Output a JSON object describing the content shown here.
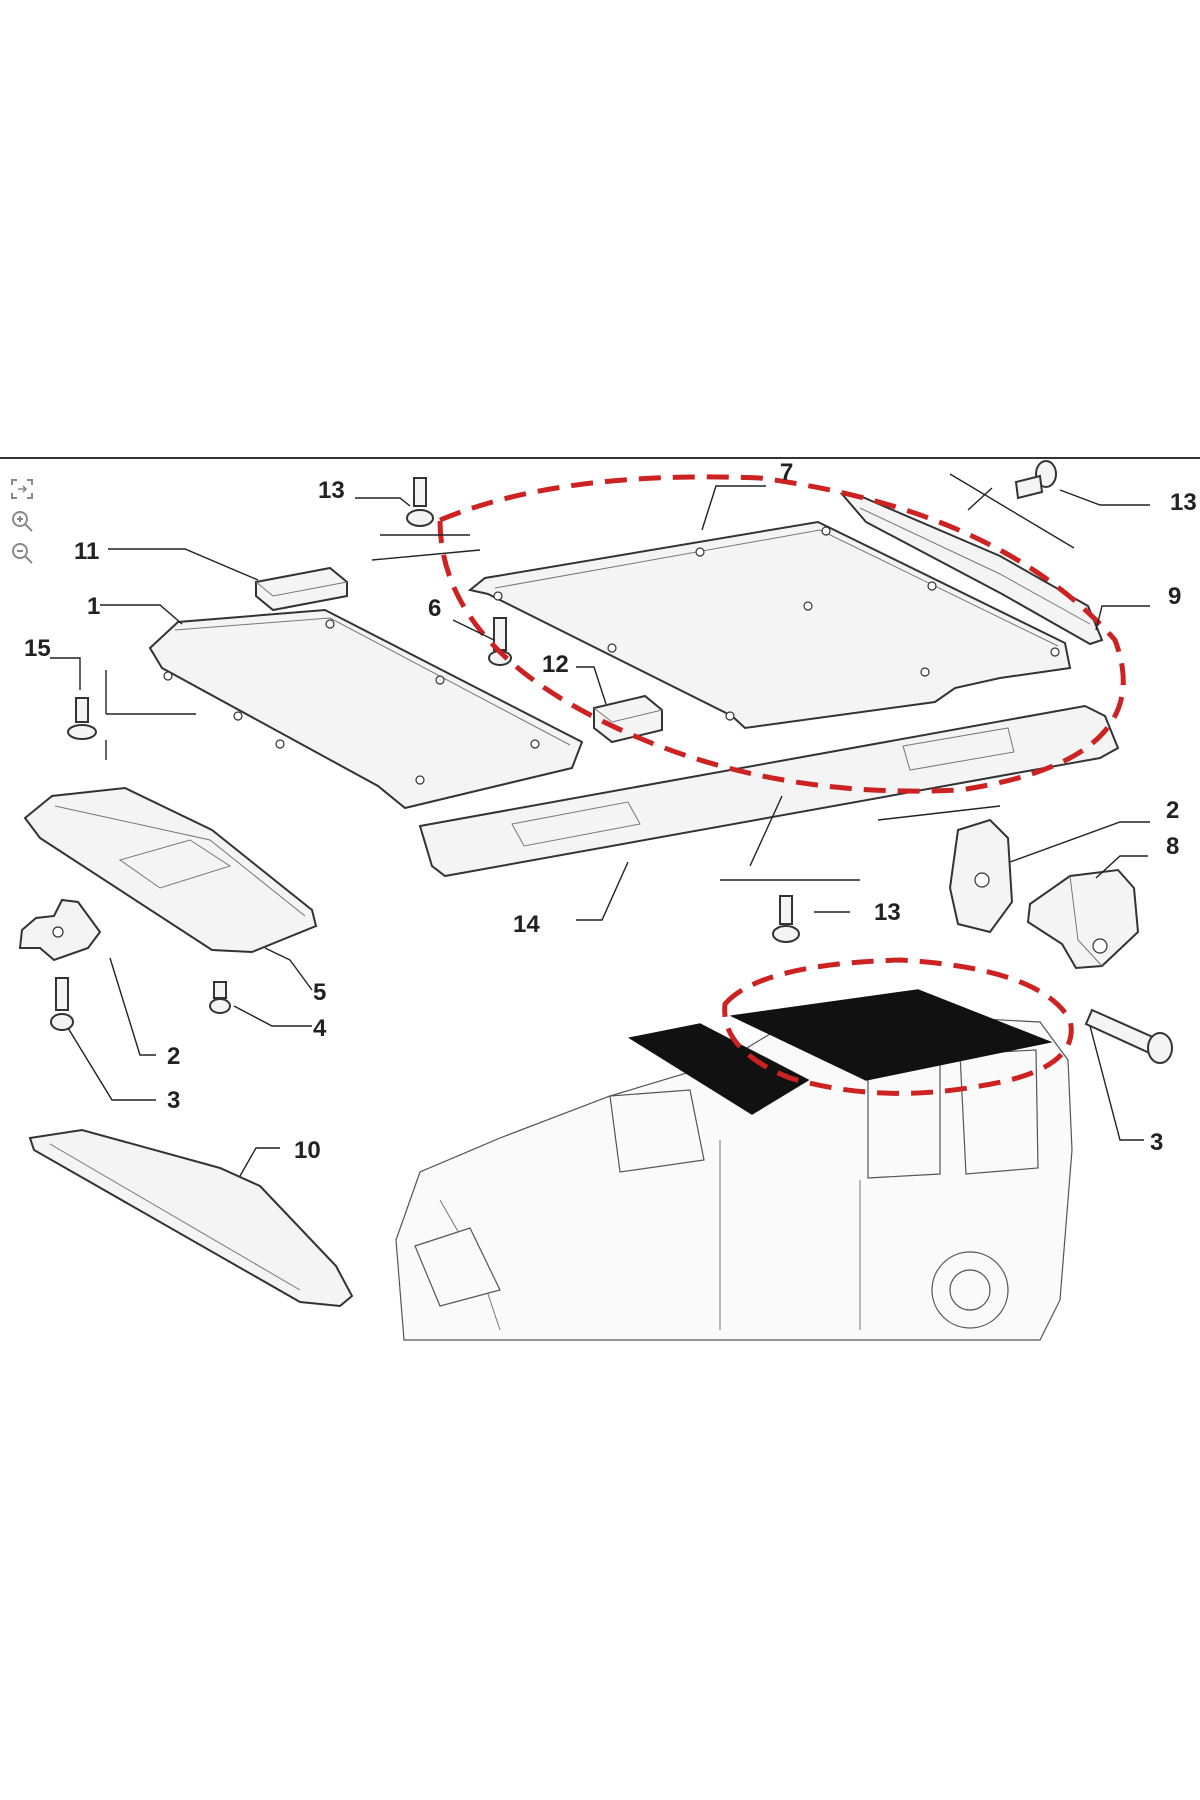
{
  "toolbar": {
    "tools": [
      {
        "name": "fit-to-screen-icon"
      },
      {
        "name": "zoom-in-icon"
      },
      {
        "name": "zoom-out-icon"
      }
    ]
  },
  "callouts": {
    "c1": "1",
    "c2a": "2",
    "c2b": "2",
    "c3a": "3",
    "c3b": "3",
    "c4": "4",
    "c5": "5",
    "c6": "6",
    "c7": "7",
    "c8": "8",
    "c9": "9",
    "c10": "10",
    "c11": "11",
    "c12": "12",
    "c13a": "13",
    "c13b": "13",
    "c13c": "13",
    "c14": "14",
    "c15": "15"
  },
  "colors": {
    "highlight": "#cc2222",
    "roof_fill": "#111111",
    "line": "#333333"
  }
}
